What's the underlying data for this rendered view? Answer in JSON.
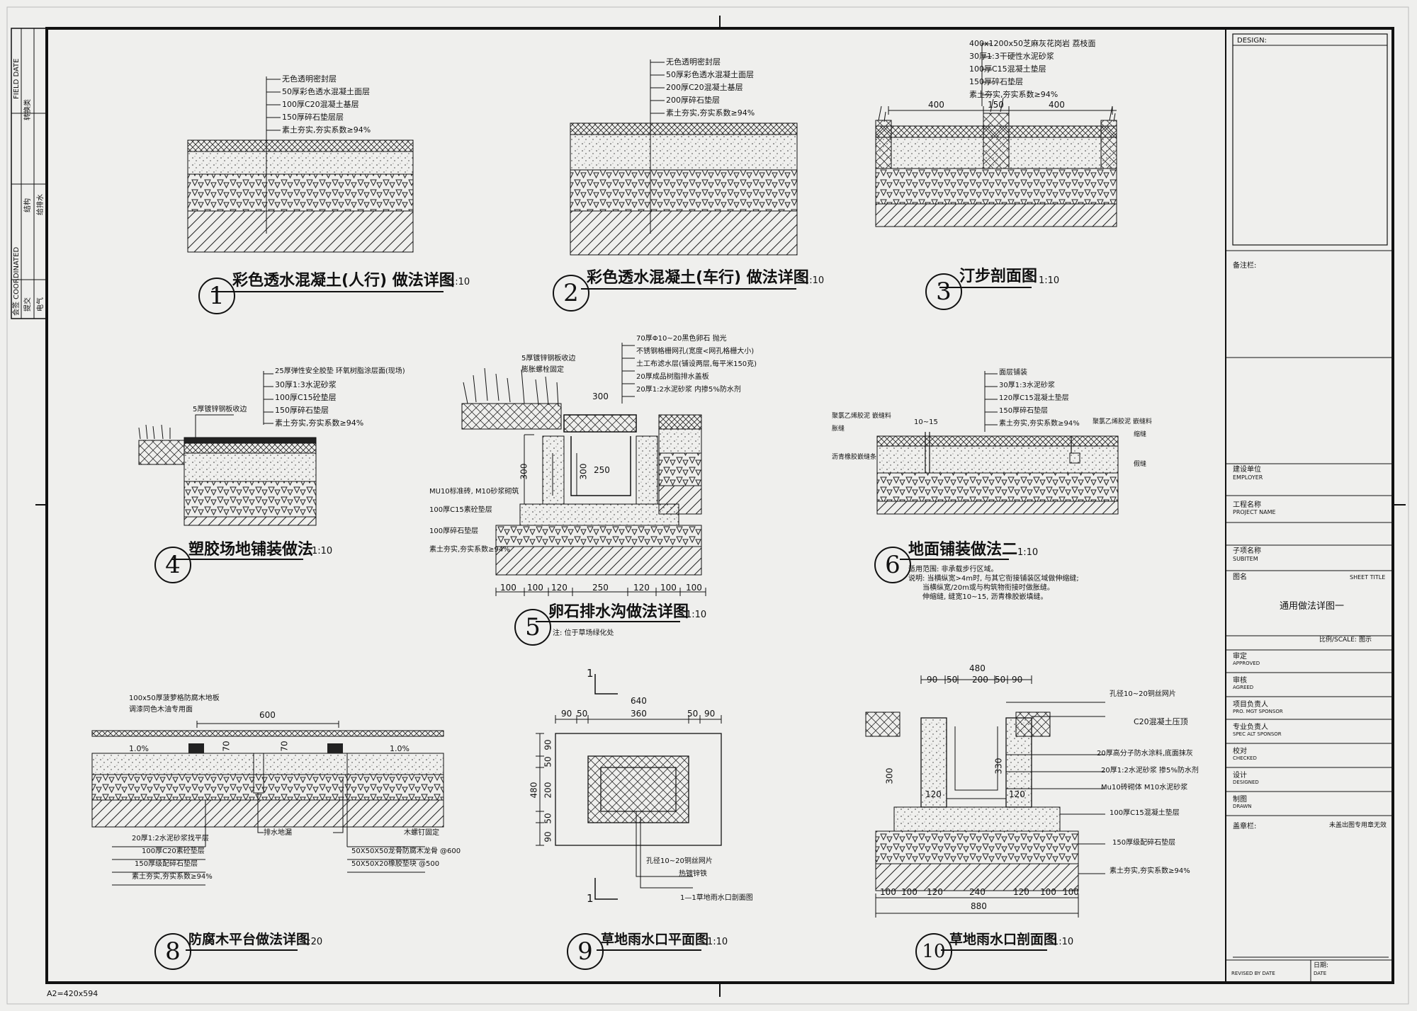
{
  "sheet": {
    "paper_size": "A2=420x594",
    "left_strip": [
      "FIELD DATE",
      "转换类",
      "结构",
      "给排水",
      "会签 COORDINATED",
      "提交",
      "电气"
    ]
  },
  "title_block": {
    "design_label": "DESIGN:",
    "remarks_label": "备注栏:",
    "employer_cn": "建设单位",
    "employer_en": "EMPLOYER",
    "project_cn": "工程名称",
    "project_en": "PROJECT NAME",
    "subitem_cn": "子项名称",
    "subitem_en": "SUBITEM",
    "sheet_title_cn": "图名",
    "sheet_title_en": "SHEET TITLE",
    "sheet_title_value": "通用做法详图一",
    "scale_label": "比例/SCALE:",
    "scale_value": "图示",
    "approved_cn": "审定",
    "approved_en": "APPROVED",
    "checked_cn": "审核",
    "checked_en": "AGREED",
    "project_leader_cn": "项目负责人",
    "project_leader_en": "PRO. MGT SPONSOR",
    "spec_leader_cn": "专业负责人",
    "spec_leader_en": "SPEC ALT SPONSOR",
    "checker_cn": "校对",
    "checker_en": "CHECKED",
    "designer_cn": "设计",
    "designer_en": "DESIGNED",
    "drawn_cn": "制图",
    "drawn_en": "DRAWN",
    "stamp_label": "盖章栏:",
    "stamp_note": "未盖出图专用章无效",
    "revised_label": "REVISED BY DATE",
    "date_cn": "日期:",
    "date_en": "DATE"
  },
  "details": [
    {
      "number": "1",
      "title": "彩色透水混凝土(人行) 做法详图",
      "scale": "1:10",
      "layers": [
        "无色透明密封层",
        "50厚彩色透水混凝土面层",
        "100厚C20混凝土基层",
        "150厚碎石垫层层",
        "素土夯实,夯实系数≥94%"
      ]
    },
    {
      "number": "2",
      "title": "彩色透水混凝土(车行) 做法详图",
      "scale": "1:10",
      "layers": [
        "无色透明密封层",
        "50厚彩色透水混凝土面层",
        "200厚C20混凝土基层",
        "200厚碎石垫层",
        "素土夯实,夯实系数≥94%"
      ]
    },
    {
      "number": "3",
      "title": "汀步剖面图",
      "scale": "1:10",
      "layers": [
        "400x1200x50芝麻灰花岗岩 荔枝面",
        "30厚1:3干硬性水泥砂浆",
        "100厚C15混凝土垫层",
        "150厚碎石垫层",
        "素土夯实,夯实系数≥94%"
      ],
      "dims": [
        "400",
        "150",
        "400"
      ]
    },
    {
      "number": "4",
      "title": "塑胶场地铺装做法",
      "scale": "1:10",
      "layers": [
        "25厚弹性安全胶垫 环氧树脂涂层面(现场)",
        "30厚1:3水泥砂浆",
        "100厚C15砼垫层",
        "150厚碎石垫层",
        "素土夯实,夯实系数≥94%"
      ],
      "side_note": "5厚镀锌钢板收边"
    },
    {
      "number": "5",
      "title": "卵石排水沟做法详图",
      "scale": "1:10",
      "layers": [
        "70厚Φ10~20黑色卵石 抛光",
        "不锈钢格栅网孔(宽度<网孔格栅大小)",
        "土工布滤水层(铺设两层,每平米150克)",
        "20厚成品树脂排水盖板",
        "20厚1:2水泥砂浆 内掺5%防水剂"
      ],
      "side_notes": [
        "5厚镀锌钢板收边",
        "膨胀螺栓固定",
        "MU10标准砖, M10砂浆砌筑",
        "100厚C15素砼垫层",
        "100厚碎石垫层",
        "素土夯实,夯实系数≥94%"
      ],
      "dims": [
        "300",
        "300",
        "300",
        "250",
        "100",
        "100",
        "120",
        "250",
        "120",
        "100",
        "100"
      ],
      "footnote": "注: 位于草场绿化处"
    },
    {
      "number": "6",
      "title": "地面铺装做法二",
      "scale": "1:10",
      "layers": [
        "面层铺装",
        "30厚1:3水泥砂浆",
        "120厚C15混凝土垫层",
        "150厚碎石垫层",
        "素土夯实,夯实系数≥94%"
      ],
      "side_notes": [
        "聚氯乙烯胶泥 嵌缝料",
        "胀缝",
        "沥青橡胶嵌缝条",
        "10~15",
        "聚氯乙烯胶泥 嵌缝料",
        "缩缝",
        "假缝"
      ],
      "explanation": [
        "适用范围: 非承载步行区域。",
        "说明: 当横纵宽>4m时, 与其它衔接铺装区域做伸缩缝;",
        "当横纵宽/20m或与构筑物衔接时做胀缝。",
        "伸缩缝, 缝宽10~15, 沥青橡胶嵌填缝。"
      ]
    },
    {
      "number": "8",
      "title": "防腐木平台做法详图",
      "scale": "1:20",
      "top_notes": [
        "100x50厚菠萝格防腐木地板",
        "调漆同色木油专用面"
      ],
      "dims": [
        "600",
        "70",
        "70"
      ],
      "slopes": [
        "1.0%",
        "1.0%"
      ],
      "mid_notes": [
        "排水地漏",
        "木螺钉固定"
      ],
      "layers": [
        "20厚1:2水泥砂浆找平层",
        "100厚C20素砼垫层",
        "150厚级配碎石垫层",
        "素土夯实,夯实系数≥94%"
      ],
      "right_layers": [
        "50X50X50龙骨防腐木龙骨 @600",
        "50X50X20橡胶垫块 @500"
      ]
    },
    {
      "number": "9",
      "title": "草地雨水口平面图",
      "scale": "1:10",
      "dims_top": [
        "640",
        "90",
        "50",
        "360",
        "50",
        "90"
      ],
      "dims_left": [
        "480",
        "90",
        "50",
        "200",
        "50",
        "90"
      ],
      "section_mark": "1",
      "notes": [
        "孔径10~20铜丝网片",
        "热镀锌铁"
      ],
      "section_ref": "1—1草地雨水口剖面图"
    },
    {
      "number": "10",
      "title": "草地雨水口剖面图",
      "scale": "1:10",
      "dims_top": [
        "480",
        "90",
        "50",
        "200",
        "50",
        "90"
      ],
      "dims_bottom": [
        "100",
        "100",
        "120",
        "240",
        "120",
        "100",
        "100",
        "880"
      ],
      "dims_side": [
        "300",
        "330",
        "120",
        "120"
      ],
      "layers": [
        "孔径10~20铜丝网片",
        "C20混凝土压顶",
        "20厚高分子防水涂料,底面抹灰",
        "20厚1:2水泥砂浆 掺5%防水剂",
        "Mu10砖砌体 M10水泥砂浆",
        "100厚C15混凝土垫层",
        "150厚级配碎石垫层",
        "素土夯实,夯实系数≥94%"
      ]
    }
  ]
}
